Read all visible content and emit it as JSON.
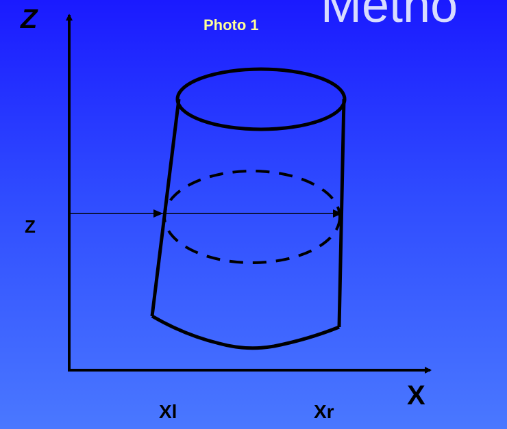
{
  "heading": "Metho",
  "photo_label": "Photo 1",
  "axis_labels": {
    "z_axis": "Z",
    "z_level": "Z",
    "x_axis": "X",
    "x_left": "Xl",
    "x_right": "Xr"
  },
  "colors": {
    "background_top": "#1a1aff",
    "background_bottom": "#4a78ff",
    "photo_label": "#ffff99",
    "heading": "#d8dcff",
    "lines": "#000000"
  }
}
